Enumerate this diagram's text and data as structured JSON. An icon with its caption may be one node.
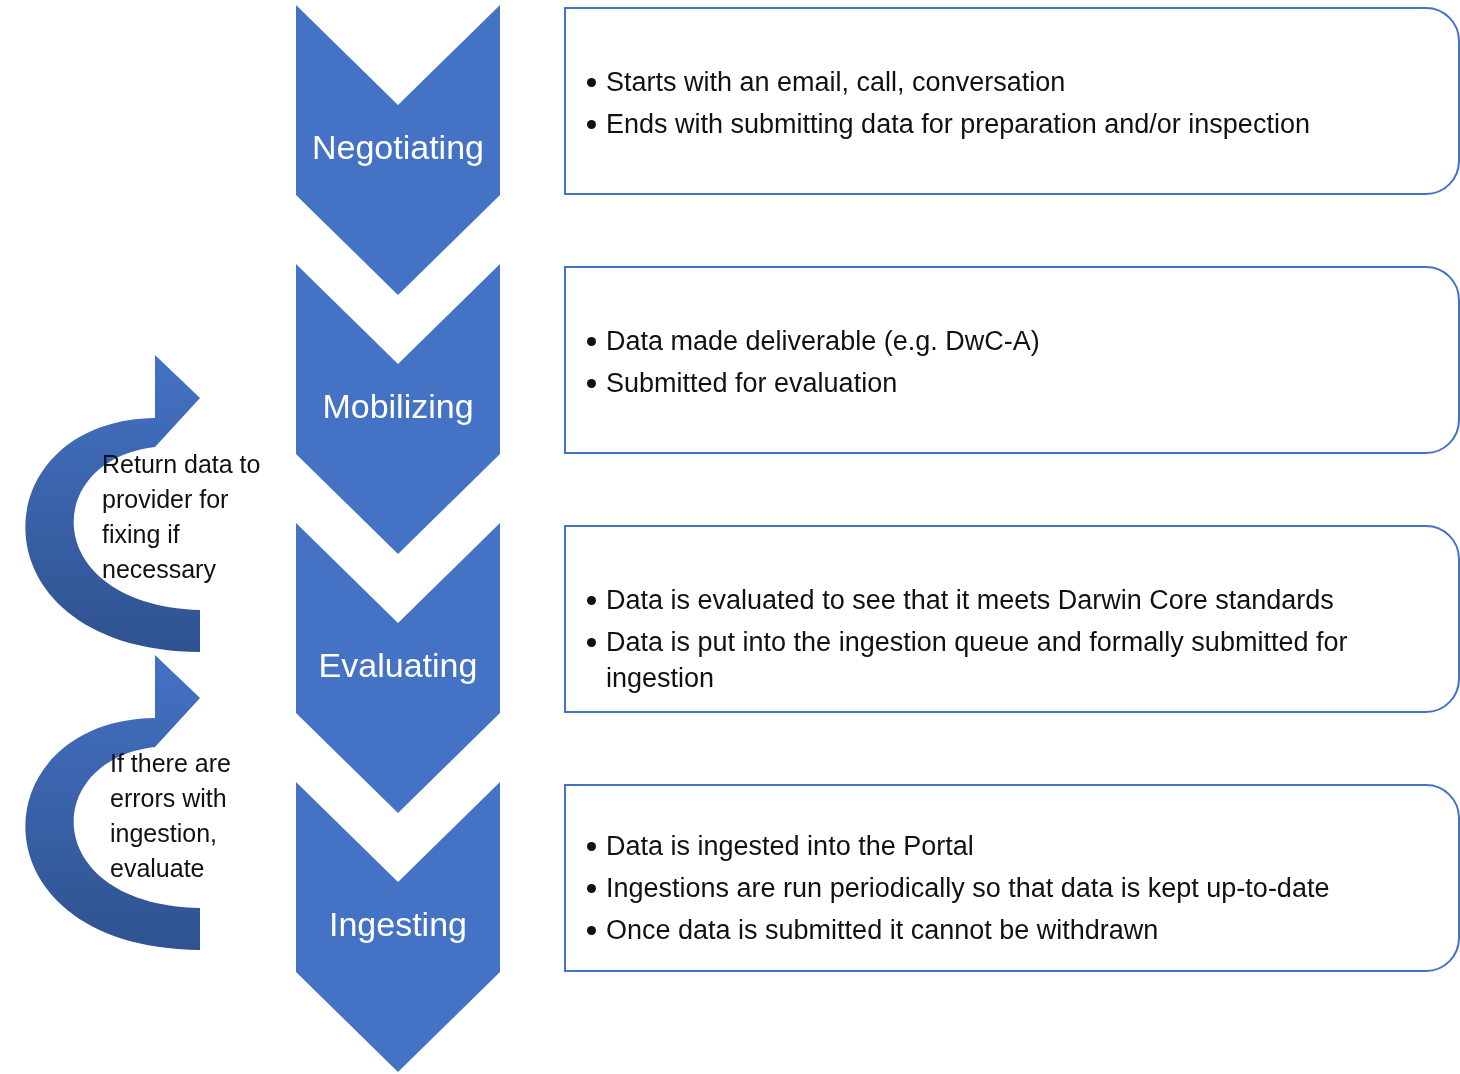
{
  "diagram": {
    "nodes": [
      {
        "text": [
          "Negotiating"
        ]
      },
      {
        "text": [
          "Mobilizing"
        ]
      },
      {
        "text": [
          "Evaluating"
        ]
      },
      {
        "text": [
          "Ingesting"
        ]
      },
      {
        "text": [
          "Starts with an email, call, conversation",
          "Ends with submitting data for preparation and/or inspection"
        ]
      },
      {
        "text": [
          "Data made deliverable (e.g. DwC-A)",
          "Submitted for evaluation"
        ]
      },
      {
        "text": [
          "Data is evaluated to see that it meets Darwin Core standards",
          "Data is put into the ingestion queue and formally submitted for ingestion"
        ]
      },
      {
        "text": [
          "Data is ingested into the Portal",
          "Ingestions are run periodically so that data is kept up-to-date",
          "Once data is submitted it cannot be withdrawn"
        ]
      }
    ],
    "edges": [],
    "labels": [
      "Return data to provider for fixing if necessary",
      "If there are errors with ingestion, evaluate"
    ]
  }
}
